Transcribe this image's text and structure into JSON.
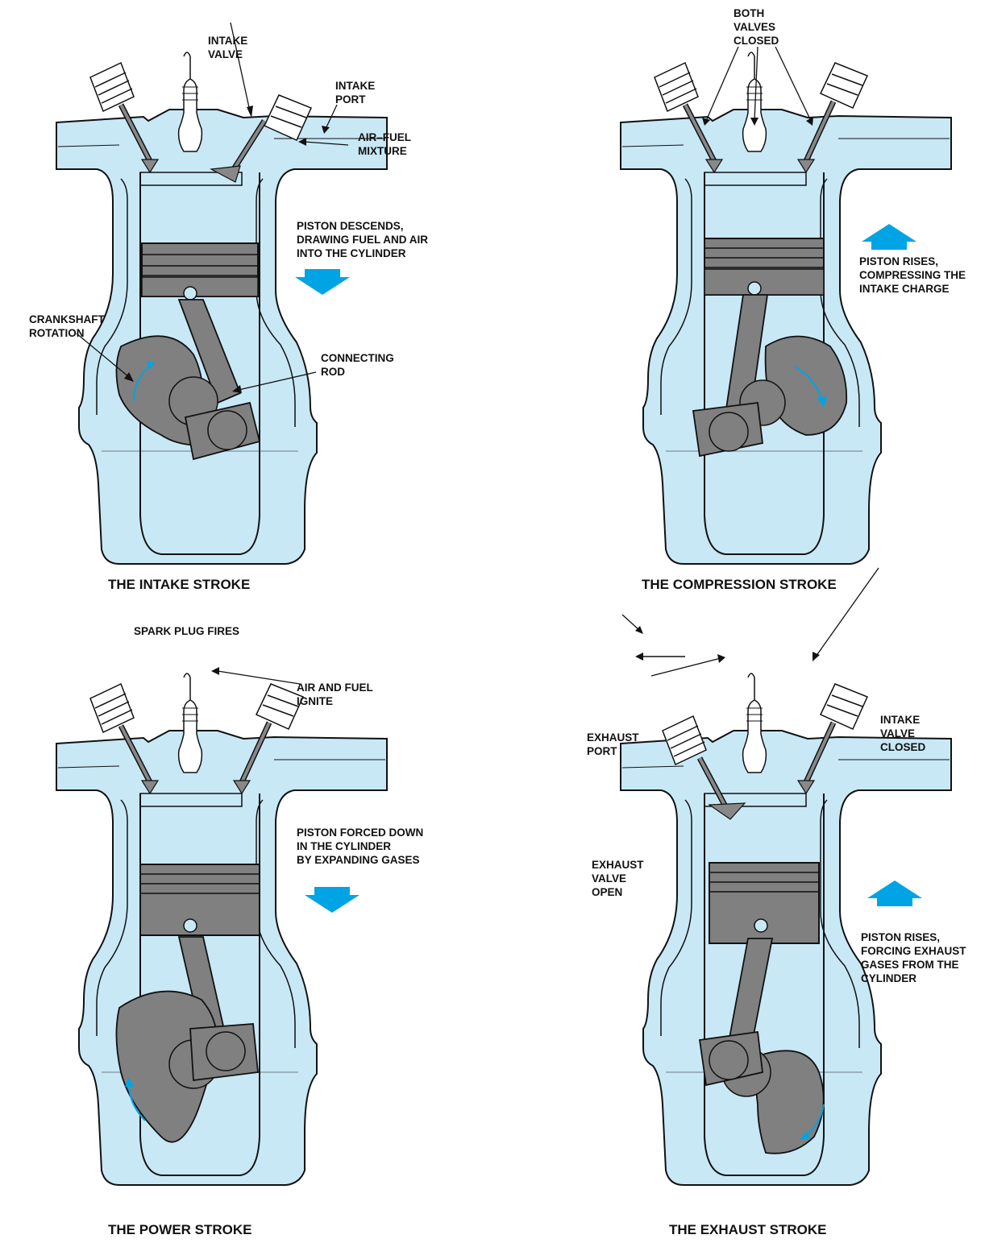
{
  "colors": {
    "coolant": "#c8e8f6",
    "metal": "#808080",
    "outline": "#111111",
    "arrow_blue": "#00a4e4"
  },
  "panels": [
    {
      "caption": "THE INTAKE STROKE",
      "labels": {
        "intake_valve": "INTAKE\nVALVE",
        "intake_port": "INTAKE\nPORT",
        "air_fuel": "AIR–FUEL\nMIXTURE",
        "motion": "PISTON DESCENDS,\nDRAWING FUEL AND AIR\nINTO THE CYLINDER",
        "crankshaft": "CRANKSHAFT\nROTATION",
        "connecting_rod": "CONNECTING\nROD"
      }
    },
    {
      "caption": "THE COMPRESSION STROKE",
      "labels": {
        "valves": "BOTH\nVALVES\nCLOSED",
        "motion": "PISTON RISES,\nCOMPRESSING THE\nINTAKE CHARGE"
      }
    },
    {
      "caption": "THE POWER STROKE",
      "labels": {
        "spark": "SPARK PLUG FIRES",
        "ignite": "AIR AND FUEL\nIGNITE",
        "motion": "PISTON FORCED DOWN\nIN THE CYLINDER\nBY EXPANDING GASES"
      }
    },
    {
      "caption": "THE EXHAUST STROKE",
      "labels": {
        "exhaust_port": "EXHAUST\nPORT",
        "intake_closed": "INTAKE\nVALVE\nCLOSED",
        "exhaust_valve": "EXHAUST\nVALVE\nOPEN",
        "motion": "PISTON RISES,\nFORCING EXHAUST\nGASES FROM THE\nCYLINDER"
      }
    }
  ]
}
